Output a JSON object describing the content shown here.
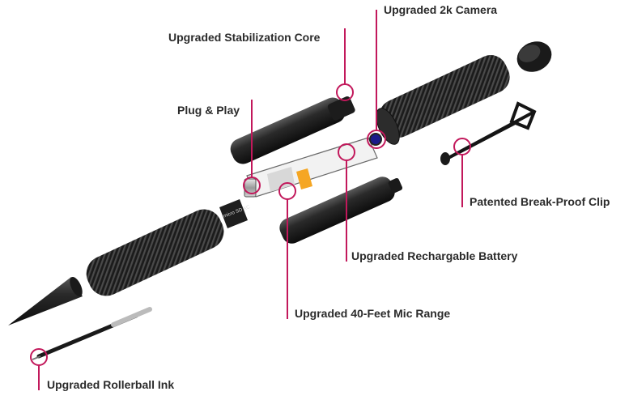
{
  "accent_color": "#c2185b",
  "labels": {
    "camera": "Upgraded 2k Camera",
    "stabilization": "Upgraded Stabilization Core",
    "plug_play": "Plug & Play",
    "clip": "Patented Break-Proof Clip",
    "battery": "Upgraded Rechargable Battery",
    "mic": "Upgraded 40-Feet Mic Range",
    "ink": "Upgraded Rollerball Ink"
  },
  "sd_card_text": "micro SD XC"
}
